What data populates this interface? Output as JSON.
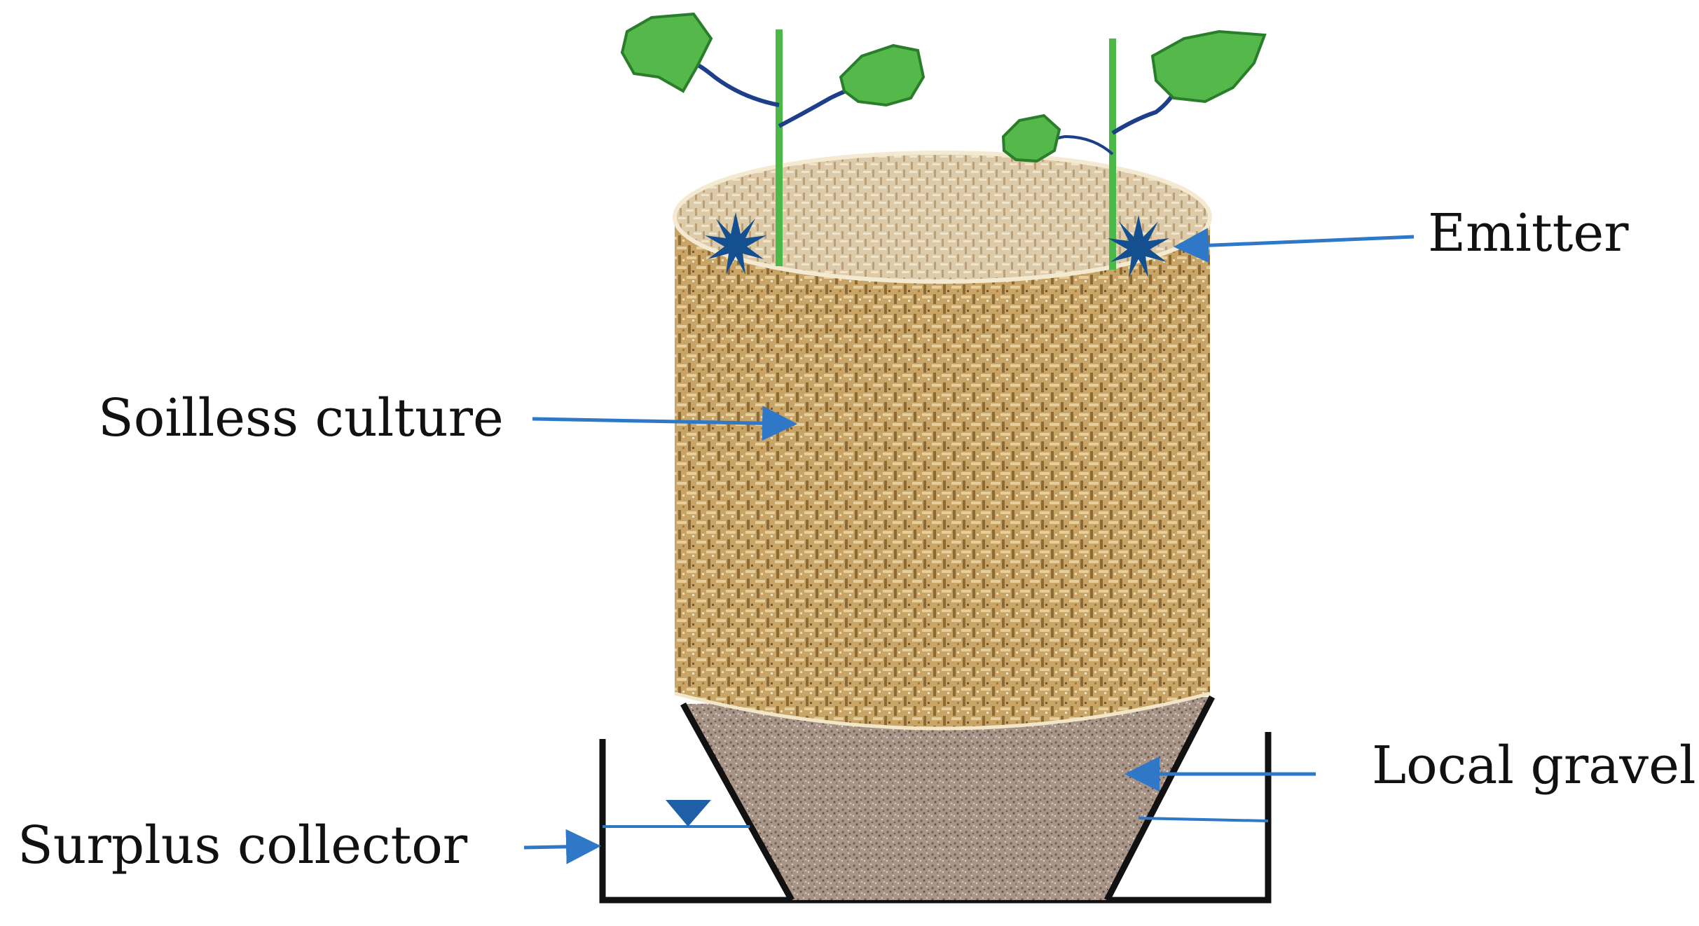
{
  "labels": {
    "emitter": "Emitter",
    "soilless_culture": "Soilless culture",
    "local_gravel": "Local gravel",
    "surplus_collector": "Surplus collector"
  },
  "colors": {
    "arrow": "#2f78c8",
    "leaf": "#55b84a",
    "leaf_outline": "#2a7d2a",
    "stem": "#4cb848",
    "petiole": "#1d3f8a",
    "emitter": "#14508f",
    "substrate": "#c9a467",
    "substrate_dark": "#8c6a35",
    "gravel": "#a79486",
    "tray": "#111111",
    "water_marker": "#1e5fa8"
  }
}
